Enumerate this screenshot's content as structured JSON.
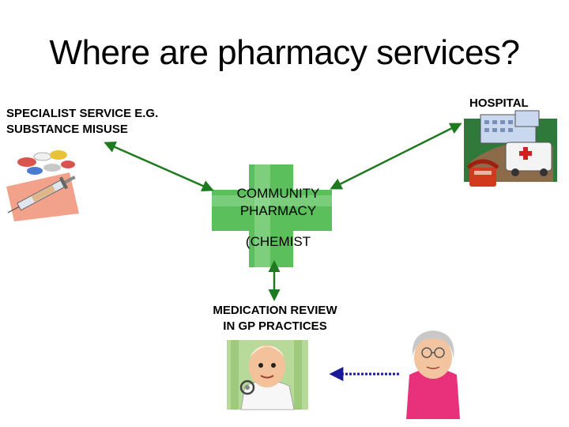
{
  "title": "Where are pharmacy services?",
  "nodes": {
    "specialist": "SPECIALIST SERVICE E.G.\nSUBSTANCE MISUSE",
    "hospital": "HOSPITAL",
    "community": "COMMUNITY\nPHARMACY",
    "chemist": "(CHEMIST",
    "review": "MEDICATION REVIEW\nIN GP PRACTICES"
  },
  "colors": {
    "arrow": "#1e7a1e",
    "cross": "#6cc76c",
    "dotted_arrow": "#1a1a99"
  },
  "icons": {
    "specialist": "pills-and-syringe-icon",
    "hospital": "hospital-ambulance-icon",
    "doctor": "doctor-icon",
    "patient": "elderly-patient-icon"
  }
}
